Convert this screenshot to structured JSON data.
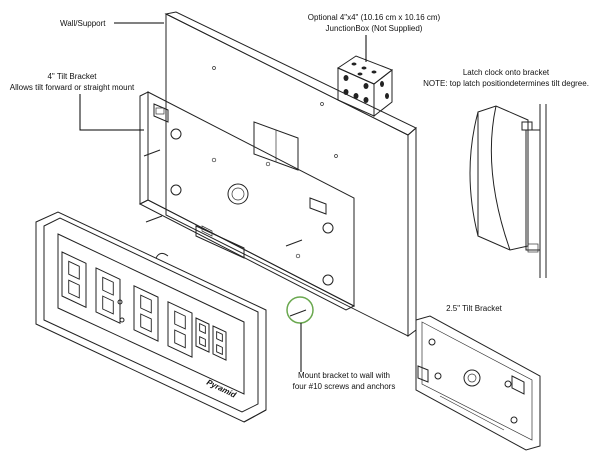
{
  "labels": {
    "wall_support": "Wall/Support",
    "junction_box_line1": "Optional 4\"x4\" (10.16 cm x 10.16 cm)",
    "junction_box_line2": "JunctionBox (Not Supplied)",
    "tilt4_line1": "4\" Tilt Bracket",
    "tilt4_line2": "Allows tilt forward or straight mount",
    "latch_line1": "Latch clock onto bracket",
    "latch_line2": "NOTE: top latch positiondetermines tilt degree.",
    "tilt25": "2.5\" Tilt Bracket",
    "mount_line1": "Mount bracket to wall with",
    "mount_line2": "four #10 screws and anchors",
    "brand": "Pyramid"
  },
  "display_digits": {
    "main": [
      "8",
      "8",
      "8",
      "8"
    ],
    "seconds": [
      "8",
      "8"
    ]
  },
  "colors": {
    "line": "#222222",
    "highlight_circle": "#6aa84f",
    "background": "#ffffff"
  }
}
